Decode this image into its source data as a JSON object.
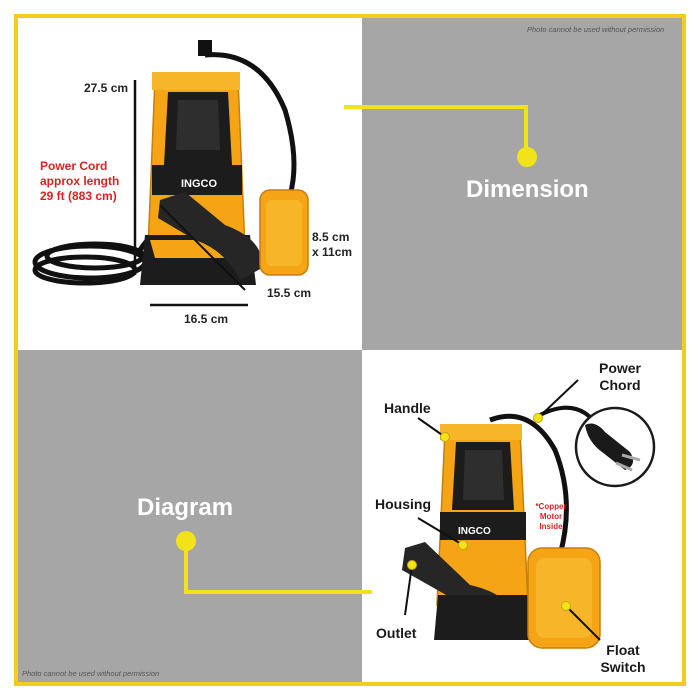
{
  "watermark_top": "Photo cannot be used without permission",
  "watermark_bottom": "Photo cannot be used without permission",
  "section_dimension": "Dimension",
  "section_diagram": "Diagram",
  "brand_logo": "INGCO",
  "dimensions": {
    "height": "27.5 cm",
    "power_cord": "Power Cord approx length 29 ft (883 cm)",
    "float": "8.5 cm x 11cm",
    "outlet": "15.5 cm",
    "width": "16.5 cm"
  },
  "parts": {
    "power_chord": "Power Chord",
    "handle": "Handle",
    "housing": "Housing",
    "copper_note": "*Copper Motor Inside",
    "outlet": "Outlet",
    "float_switch": "Float Switch"
  },
  "colors": {
    "accent": "#f2cc1f",
    "panel_gray": "#a6a6a6",
    "pump_orange": "#f5a416",
    "pump_black": "#1c1c1c",
    "label_red": "#e02020"
  }
}
